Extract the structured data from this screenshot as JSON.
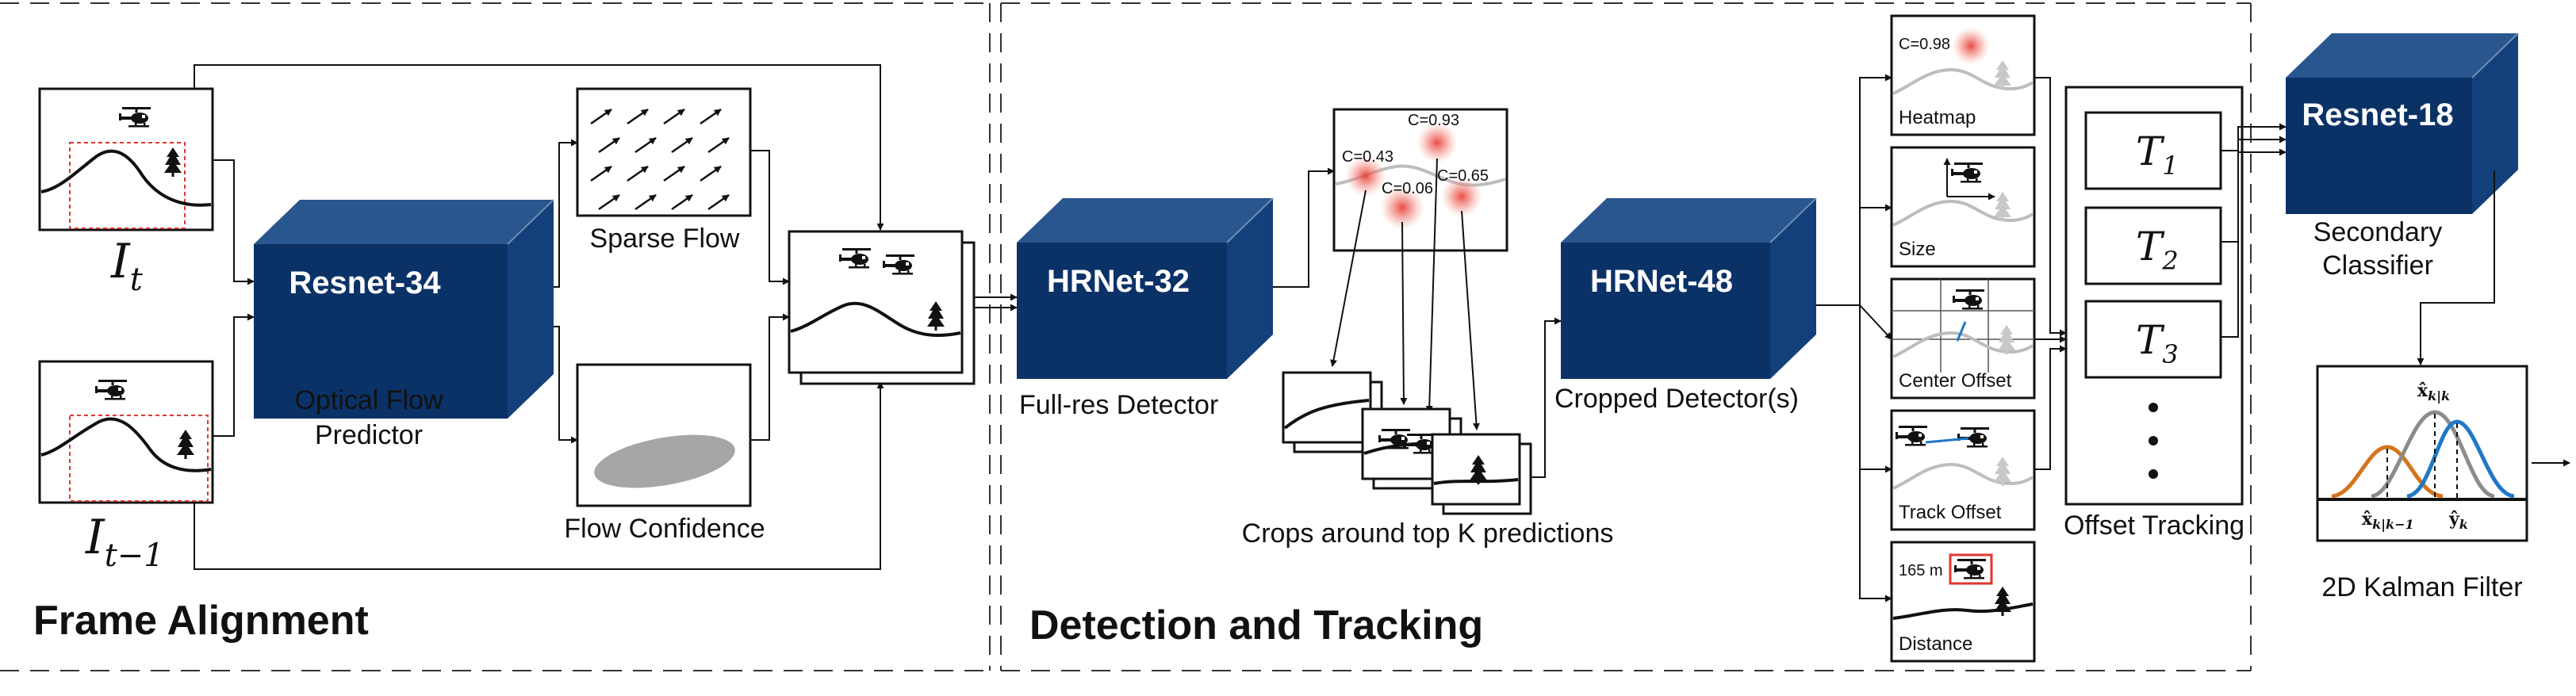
{
  "sections": {
    "frame_alignment": "Frame Alignment",
    "detection_tracking": "Detection and Tracking"
  },
  "frames": {
    "current": {
      "base": "I",
      "sub": "t"
    },
    "previous": {
      "base": "I",
      "sub": "t−1"
    }
  },
  "networks": {
    "resnet34": "Resnet-34",
    "hrnet32": "HRNet-32",
    "hrnet48": "HRNet-48",
    "resnet18": "Resnet-18"
  },
  "labels": {
    "optical_flow_1": "Optical Flow",
    "optical_flow_2": "Predictor",
    "sparse_flow": "Sparse Flow",
    "flow_confidence": "Flow Confidence",
    "full_res_detector": "Full-res Detector",
    "crops": "Crops around top K predictions",
    "cropped_detector": "Cropped Detector(s)",
    "offset_tracking": "Offset Tracking",
    "secondary_1": "Secondary",
    "secondary_2": "Classifier",
    "kalman": "2D Kalman Filter"
  },
  "confidences": [
    "C=0.43",
    "C=0.93",
    "C=0.06",
    "C=0.65"
  ],
  "heads": {
    "heatmap": "Heatmap",
    "heatmap_value": "C=0.98",
    "size": "Size",
    "center_offset": "Center Offset",
    "track_offset": "Track Offset",
    "distance": "Distance",
    "distance_value": "165 m"
  },
  "tracks": [
    {
      "base": "T",
      "sub": "1"
    },
    {
      "base": "T",
      "sub": "2"
    },
    {
      "base": "T",
      "sub": "3"
    }
  ],
  "kalman_labels": {
    "top": {
      "base": "x̂",
      "sub": "k|k"
    },
    "left": {
      "base": "x̂",
      "sub": "k|k−1"
    },
    "right": {
      "base": "ŷ",
      "sub": "k"
    }
  },
  "colors": {
    "navy": "#0b3267",
    "navy_side": "#13407a",
    "navy_top": "#2a568f",
    "kalman_orange": "#d4741c",
    "kalman_grey": "#8c8c8c",
    "kalman_blue": "#1f78c8",
    "heat_red": "#e8413a"
  }
}
